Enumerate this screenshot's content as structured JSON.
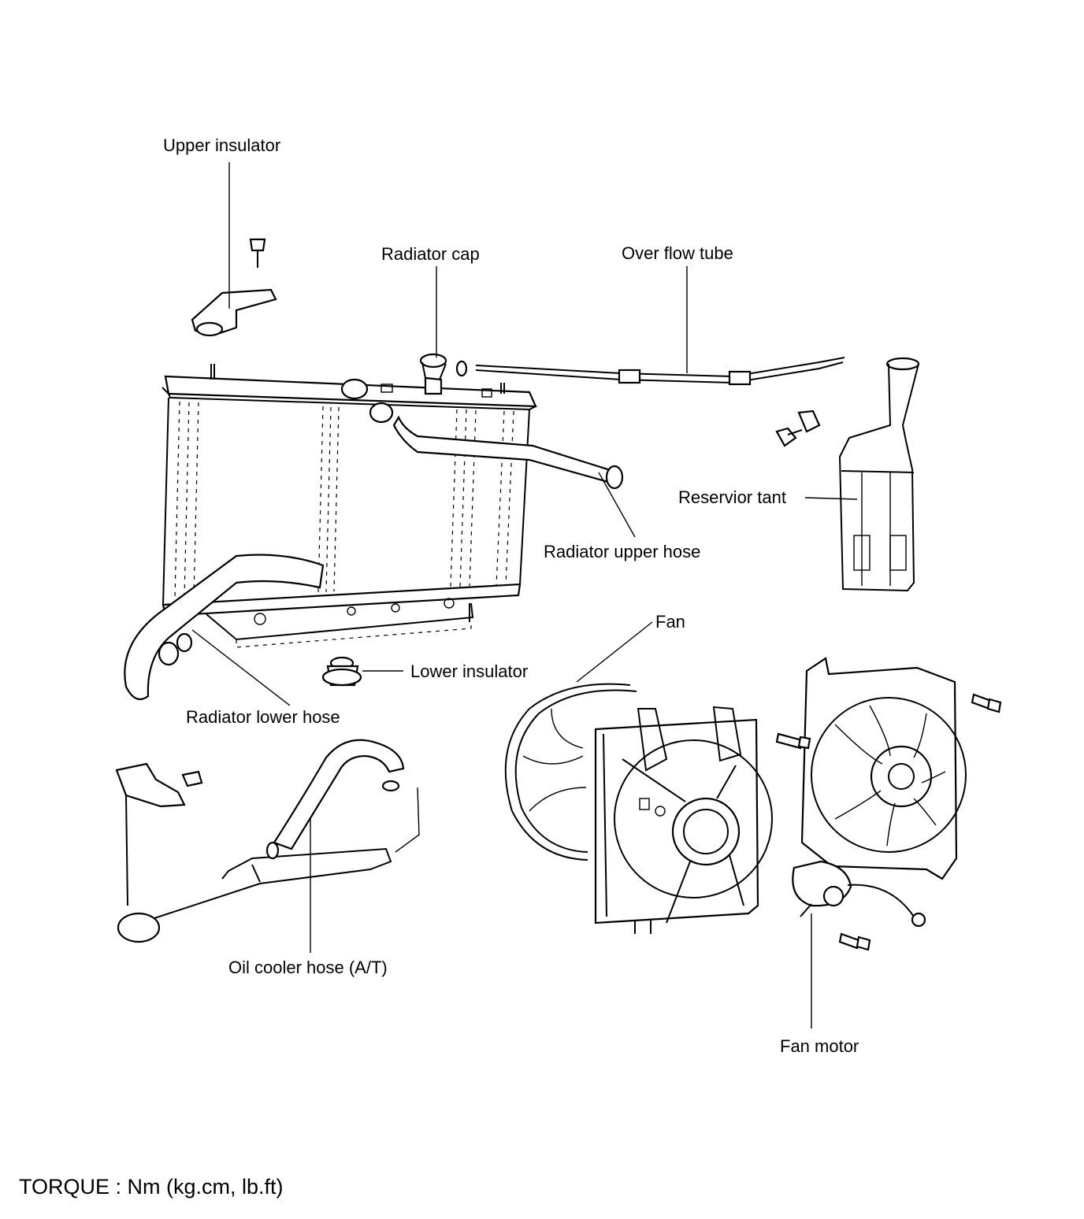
{
  "labels": {
    "upper_insulator": "Upper insulator",
    "radiator_cap": "Radiator cap",
    "over_flow_tube": "Over flow tube",
    "reservoir_tank": "Reservior tant",
    "radiator_upper_hose": "Radiator upper hose",
    "fan": "Fan",
    "lower_insulator": "Lower insulator",
    "radiator_lower_hose": "Radiator lower hose",
    "oil_cooler_hose": "Oil cooler hose (A/T)",
    "fan_motor": "Fan motor"
  },
  "torque_note": "TORQUE : Nm (kg.cm, lb.ft)"
}
